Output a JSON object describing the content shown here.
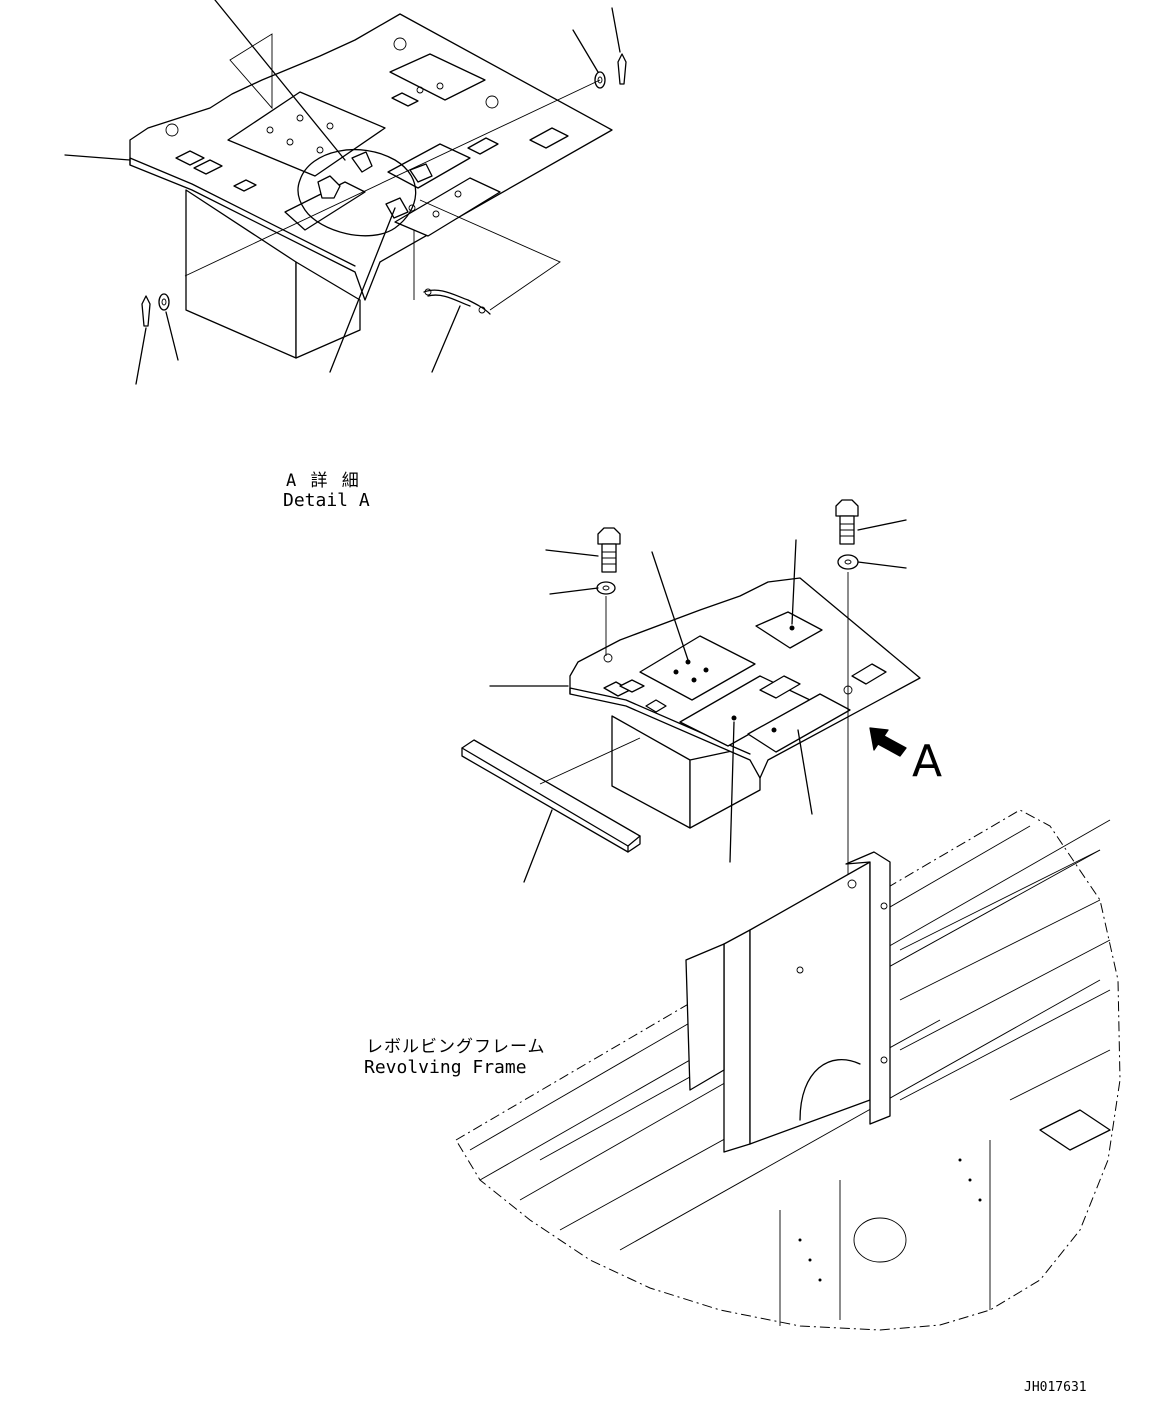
{
  "detail": {
    "title_jp": "A 詳 細",
    "title_en": "Detail A"
  },
  "view_marker": "A",
  "frame": {
    "label_jp": "レボルビングフレーム",
    "label_en": "Revolving Frame"
  },
  "drawing_id": "JH017631"
}
